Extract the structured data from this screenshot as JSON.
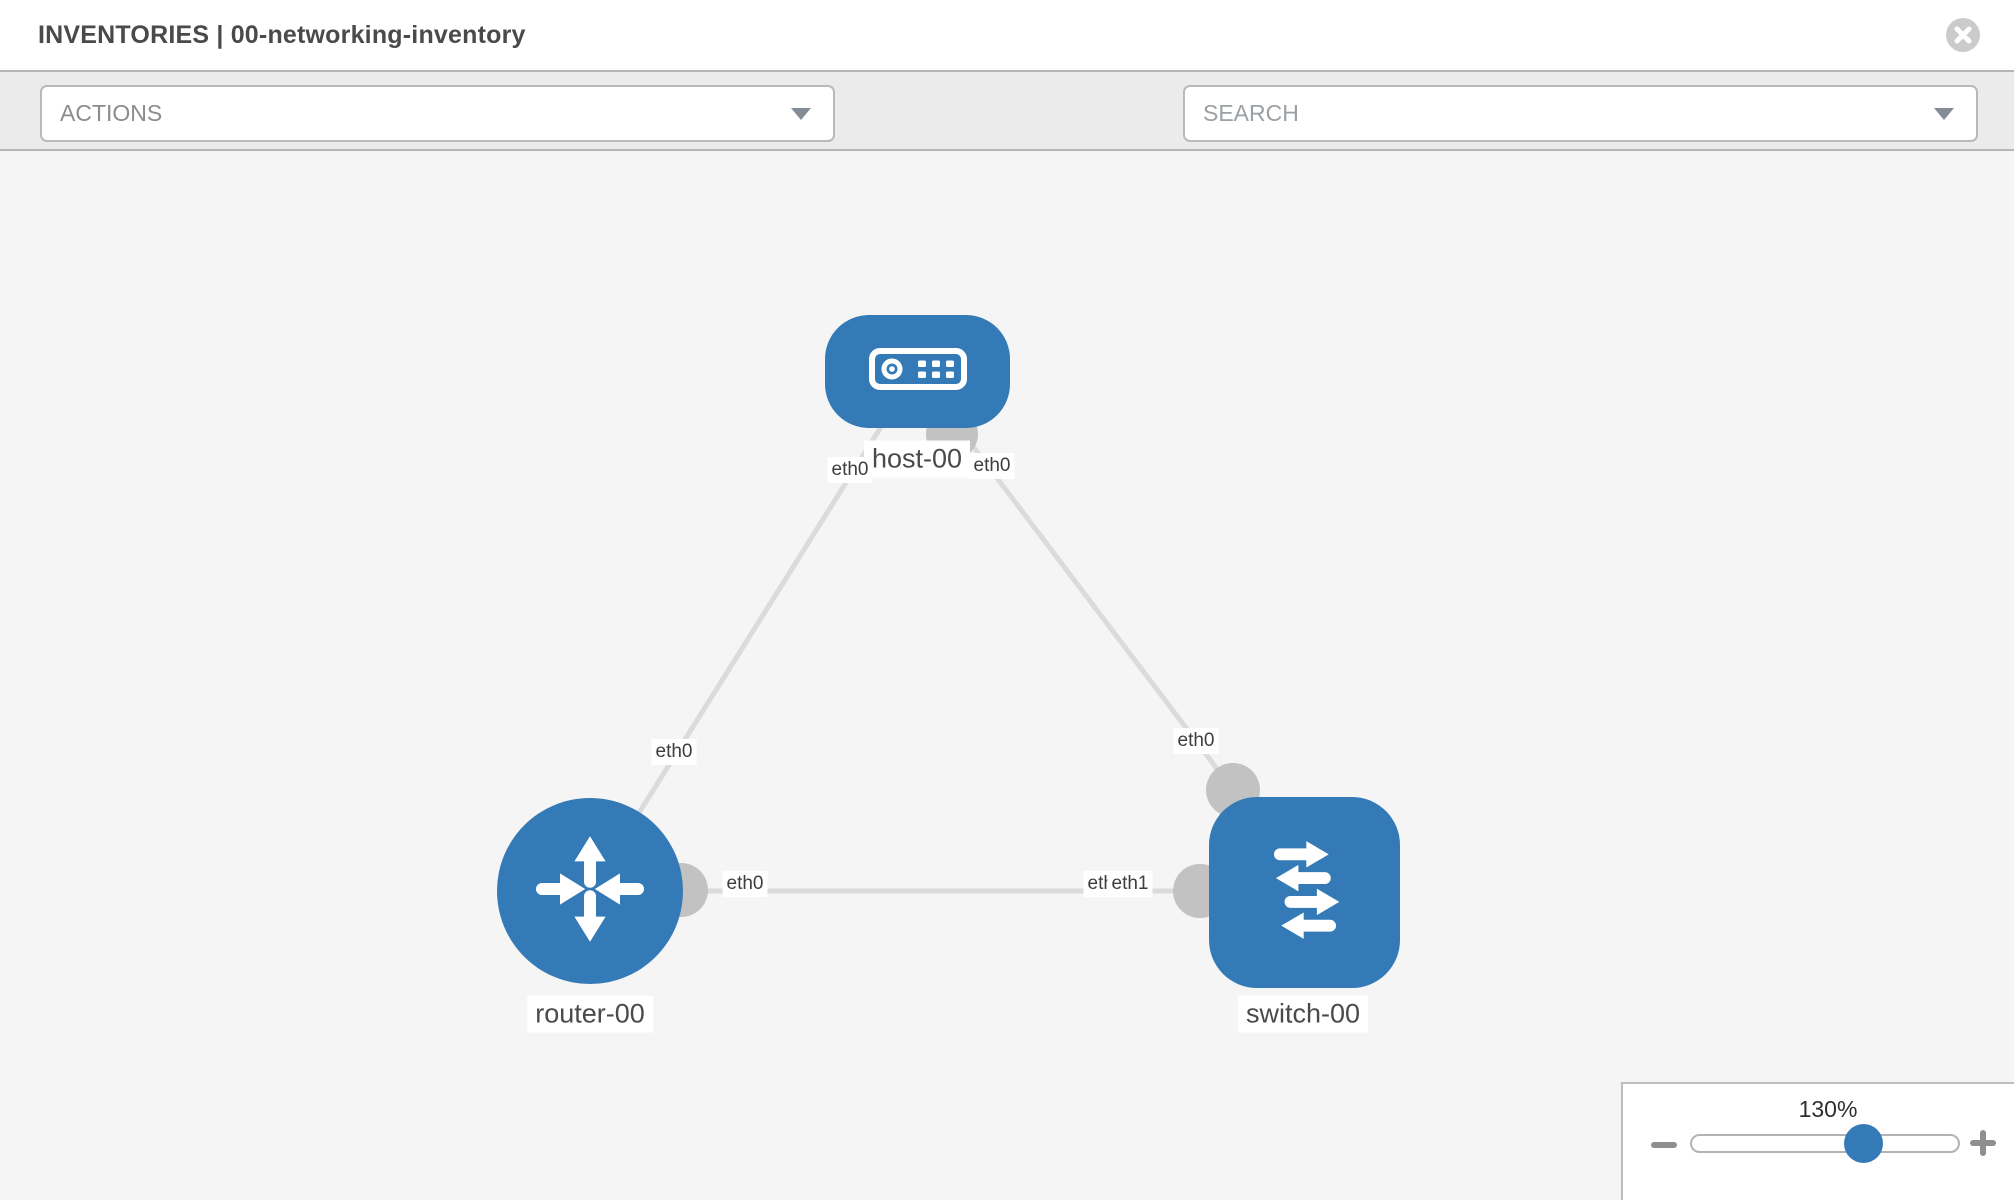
{
  "header": {
    "title": "INVENTORIES | 00-networking-inventory",
    "close_icon": "circle-x-icon"
  },
  "toolbar": {
    "actions_label": "ACTIONS",
    "search_placeholder": "SEARCH",
    "wrench_icon": "wrench-icon",
    "key_icon": "key-icon"
  },
  "topology": {
    "nodes": [
      {
        "name": "host-00",
        "type": "host",
        "icon": "server-icon",
        "shape": "rounded-rect"
      },
      {
        "name": "router-00",
        "type": "router",
        "icon": "router-arrows-icon",
        "shape": "circle"
      },
      {
        "name": "switch-00",
        "type": "switch",
        "icon": "switch-arrows-icon",
        "shape": "rounded-square"
      }
    ],
    "links": [
      {
        "source": "host-00",
        "source_if": "eth0",
        "target": "router-00",
        "target_if": "eth0"
      },
      {
        "source": "host-00",
        "source_if": "eth0",
        "target": "switch-00",
        "target_if": "eth0"
      },
      {
        "source": "router-00",
        "source_if": "eth0",
        "target": "switch-00",
        "target_if": "eth1",
        "target_if_overlay": "eth1"
      }
    ]
  },
  "zoom_control": {
    "level": "130%",
    "zoom_out_icon": "minus-icon",
    "zoom_in_icon": "plus-icon"
  },
  "colors": {
    "node_blue": "#337ab7",
    "link_gray": "#dbdbdb",
    "port_gray": "#c2c2c2",
    "canvas_bg": "#f5f5f5",
    "toolbar_bg": "#ebebeb"
  }
}
